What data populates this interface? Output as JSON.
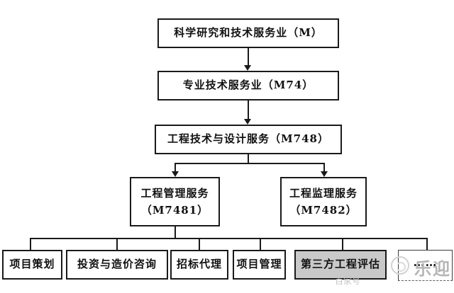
{
  "diagram": {
    "boxes": {
      "root": {
        "label": "科学研究和技术服务业（M）"
      },
      "professional": {
        "label": "专业技术服务业（M74）"
      },
      "engineering": {
        "label": "工程技术与设计服务（M748）"
      },
      "management": {
        "line1": "工程管理服务",
        "line2": "（M7481）"
      },
      "supervision": {
        "line1": "工程监理服务",
        "line2": "（M7482）"
      }
    },
    "leaves": [
      {
        "label": "项目策划"
      },
      {
        "label": "投资与造价咨询"
      },
      {
        "label": "招标代理"
      },
      {
        "label": "项目管理"
      },
      {
        "label": "第三方工程评估",
        "highlighted": true
      },
      {
        "label": "……",
        "dashed": true
      }
    ],
    "colors": {
      "line": "#1a1a1a",
      "box_background": "#ffffff",
      "highlight_background": "#c9c9c9",
      "text": "#111111"
    }
  },
  "watermark": {
    "name": "乐迎",
    "platform": "百家号",
    "color": "#b5b5b5"
  }
}
